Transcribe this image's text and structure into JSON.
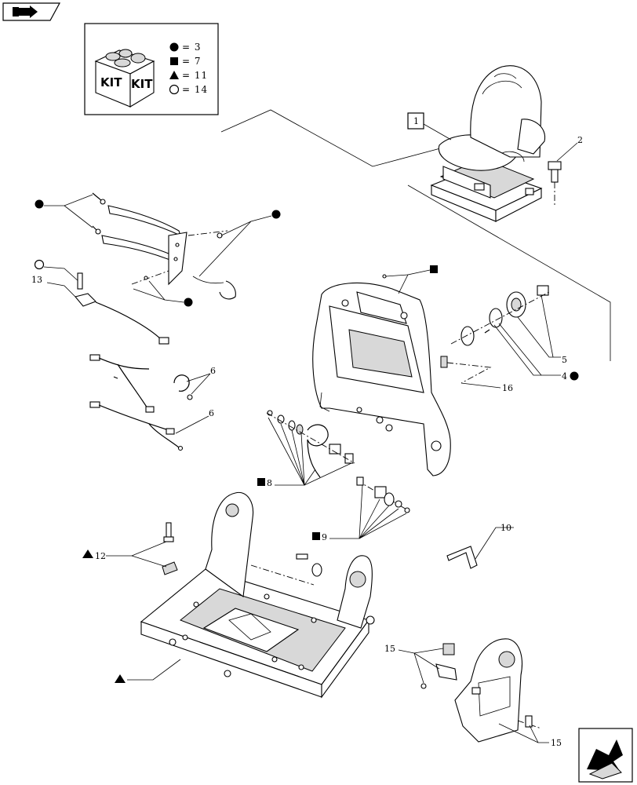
{
  "kit_legend": {
    "kit_word_left": "KIT",
    "kit_word_right": "KIT",
    "rows": [
      {
        "symbol": "circle-filled",
        "text": "= 3"
      },
      {
        "symbol": "square-filled",
        "text": "= 7"
      },
      {
        "symbol": "triangle-filled",
        "text": "= 11"
      },
      {
        "symbol": "circle-open",
        "text": "= 14"
      }
    ]
  },
  "callouts": {
    "c1": "1",
    "c2": "2",
    "c4": "4",
    "c5": "5",
    "c6a": "6",
    "c6b": "6",
    "c8": "8",
    "c9": "9",
    "c10": "10",
    "c12": "12",
    "c13": "13",
    "c15a": "15",
    "c15b": "15",
    "c16": "16"
  }
}
